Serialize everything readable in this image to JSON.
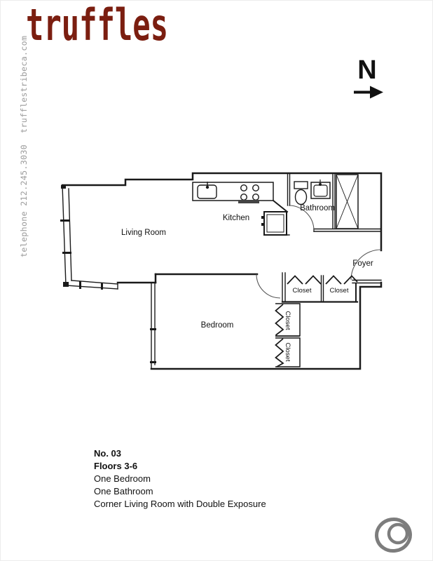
{
  "brand": {
    "logo_text": "truffles",
    "logo_color": "#7B1E10",
    "phone": "telephone 212.245.3030",
    "website": "trufflestribeca.com"
  },
  "compass": {
    "label": "N"
  },
  "floor_plan": {
    "line_color": "#1a1a1a",
    "rooms": {
      "living_room": "Living Room",
      "kitchen": "Kitchen",
      "bathroom": "Bathroom",
      "foyer": "Foyer",
      "bedroom": "Bedroom"
    },
    "closets": [
      "Closet",
      "Closet",
      "Closet",
      "Closet"
    ]
  },
  "unit_info": {
    "number": "No. 03",
    "floors": "Floors 3-6",
    "bedrooms": "One Bedroom",
    "bathrooms": "One Bathroom",
    "feature": "Corner Living Room with Double Exposure"
  }
}
